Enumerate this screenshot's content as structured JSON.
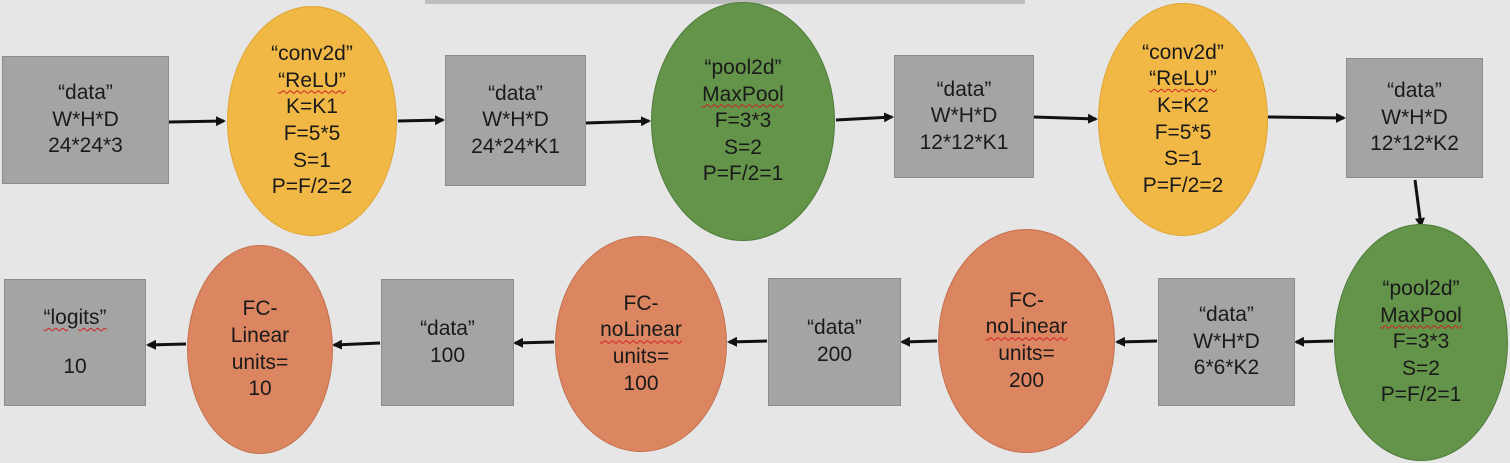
{
  "colors": {
    "background": "#e6e6e6",
    "data_box": "#a4a4a4",
    "conv_ellipse": "#f1b845",
    "pool_ellipse": "#63944a",
    "fc_ellipse": "#dc8561",
    "arrow": "#111111"
  },
  "nodes": {
    "data1": {
      "l1": "“data”",
      "l2": "W*H*D",
      "l3": "24*24*3"
    },
    "conv1": {
      "l1": "“conv2d”",
      "l2": "“ReLU”",
      "l3": "K=K1",
      "l4": "F=5*5",
      "l5": "S=1",
      "l6": "P=F/2=2"
    },
    "data2": {
      "l1": "“data”",
      "l2": "W*H*D",
      "l3": "24*24*K1"
    },
    "pool1": {
      "l1": "“pool2d”",
      "l2": "MaxPool",
      "l3": "F=3*3",
      "l4": "S=2",
      "l5": "P=F/2=1"
    },
    "data3": {
      "l1": "“data”",
      "l2": "W*H*D",
      "l3": "12*12*K1"
    },
    "conv2": {
      "l1": "“conv2d”",
      "l2": "“ReLU”",
      "l3": "K=K2",
      "l4": "F=5*5",
      "l5": "S=1",
      "l6": "P=F/2=2"
    },
    "data4": {
      "l1": "“data”",
      "l2": "W*H*D",
      "l3": "12*12*K2"
    },
    "pool2": {
      "l1": "“pool2d”",
      "l2": "MaxPool",
      "l3": "F=3*3",
      "l4": "S=2",
      "l5": "P=F/2=1"
    },
    "data5": {
      "l1": "“data”",
      "l2": "W*H*D",
      "l3": "6*6*K2"
    },
    "fc1": {
      "l1": "FC-",
      "l2": "noLinear",
      "l3": "units=",
      "l4": "200"
    },
    "data6": {
      "l1": "“data”",
      "l2": "200"
    },
    "fc2": {
      "l1": "FC-",
      "l2": "noLinear",
      "l3": "units=",
      "l4": "100"
    },
    "data7": {
      "l1": "“data”",
      "l2": "100"
    },
    "fc3": {
      "l1": "FC-",
      "l2": "Linear",
      "l3": "units=",
      "l4": "10"
    },
    "logits": {
      "l1": "“logits”",
      "l2": "10"
    }
  }
}
